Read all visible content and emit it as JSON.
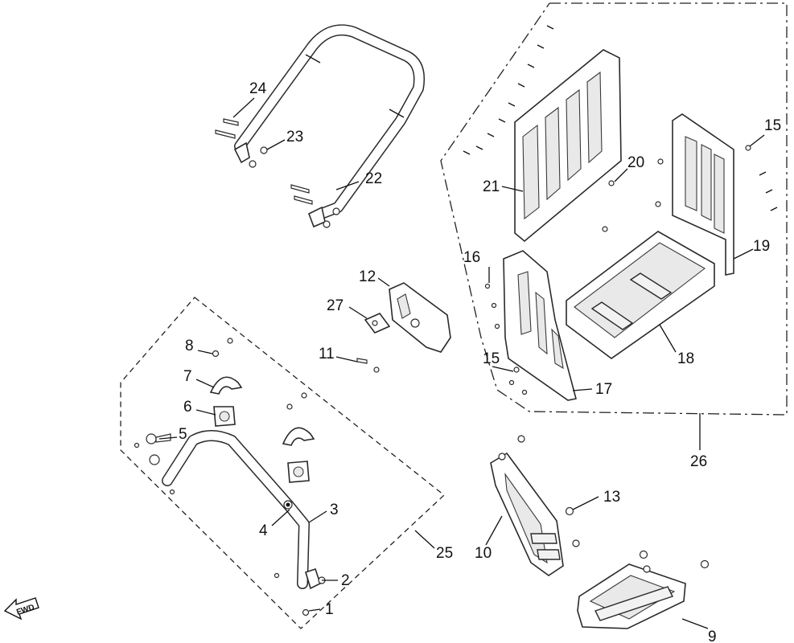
{
  "callouts": {
    "c1": "1",
    "c2": "2",
    "c3": "3",
    "c4": "4",
    "c5": "5",
    "c6": "6",
    "c7": "7",
    "c8": "8",
    "c9": "9",
    "c10": "10",
    "c11": "11",
    "c12": "12",
    "c13": "13",
    "c15a": "15",
    "c15b": "15",
    "c16": "16",
    "c17": "17",
    "c18": "18",
    "c19": "19",
    "c20": "20",
    "c21": "21",
    "c22": "22",
    "c23": "23",
    "c24": "24",
    "c25": "25",
    "c26": "26",
    "c27": "27"
  },
  "fwd_label": "FWD"
}
